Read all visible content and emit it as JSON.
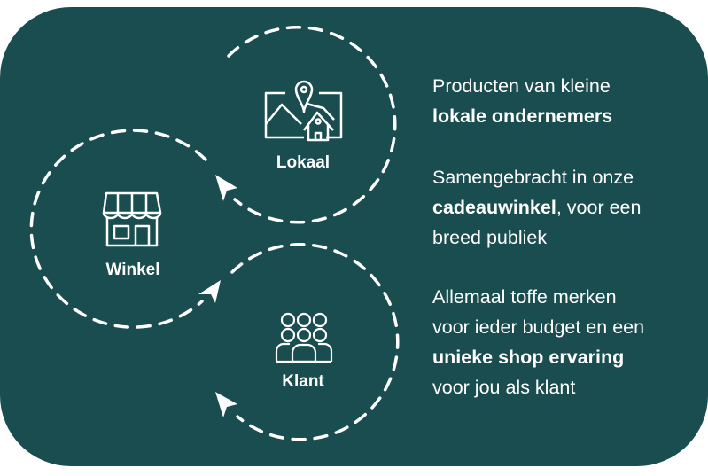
{
  "colors": {
    "background": "#194d4f",
    "foreground": "#ffffff"
  },
  "nodes": [
    {
      "label": "Lokaal",
      "icon": "map-house-pin-icon"
    },
    {
      "label": "Winkel",
      "icon": "storefront-icon"
    },
    {
      "label": "Klant",
      "icon": "people-group-icon"
    }
  ],
  "paragraphs": [
    {
      "line1": "Producten van kleine",
      "bold": "lokale ondernemers"
    },
    {
      "line1": "Samengebracht in onze",
      "bold": "cadeauwinkel",
      "rest": ", voor een",
      "line3": "breed publiek"
    },
    {
      "line1": "Allemaal toffe merken",
      "line2": "voor ieder budget en een",
      "bold": "unieke shop ervaring",
      "line4": "voor jou als klant"
    }
  ]
}
